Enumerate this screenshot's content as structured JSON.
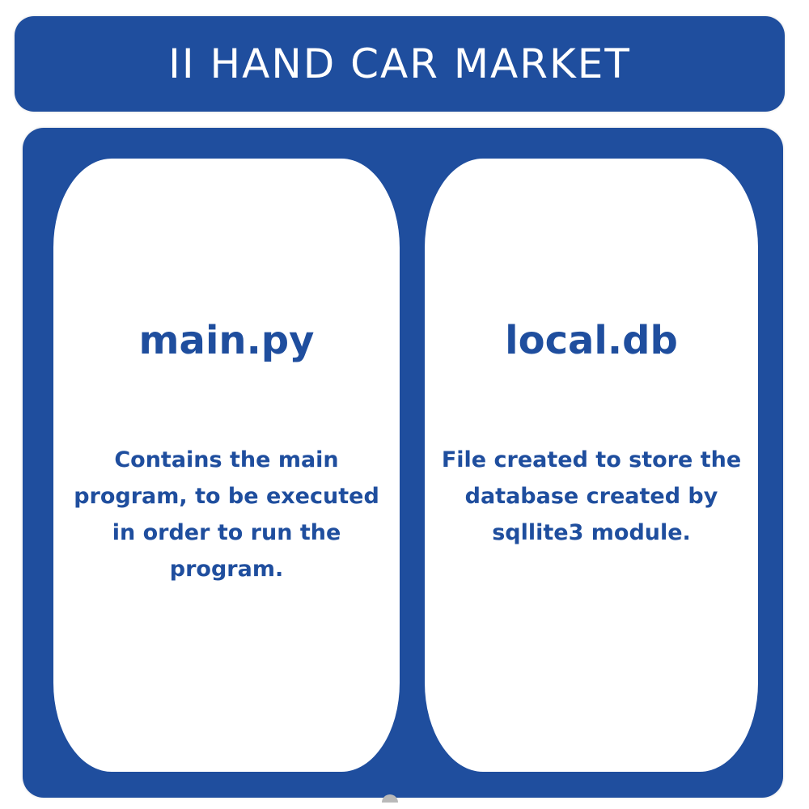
{
  "header": {
    "title": "II HAND CAR MARKET"
  },
  "cards": [
    {
      "title": "main.py",
      "description": "Contains the main program, to be executed in order to run the program."
    },
    {
      "title": "local.db",
      "description": "File created to store the database created by sqllite3 module."
    }
  ],
  "colors": {
    "accent": "#1f4e9e",
    "card_background": "#ffffff"
  }
}
